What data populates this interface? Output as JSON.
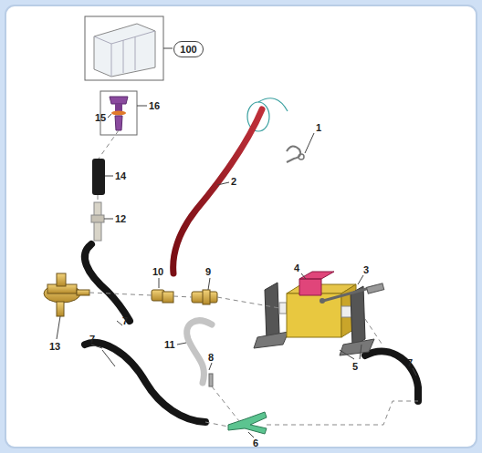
{
  "diagram": {
    "nodes": [
      {
        "text": [
          "100"
        ]
      }
    ],
    "labels": [
      "16",
      "15",
      "14",
      "1",
      "2",
      "12",
      "10",
      "9",
      "4",
      "3",
      "13",
      "7",
      "5",
      "11",
      "8",
      "7",
      "7",
      "6"
    ]
  }
}
